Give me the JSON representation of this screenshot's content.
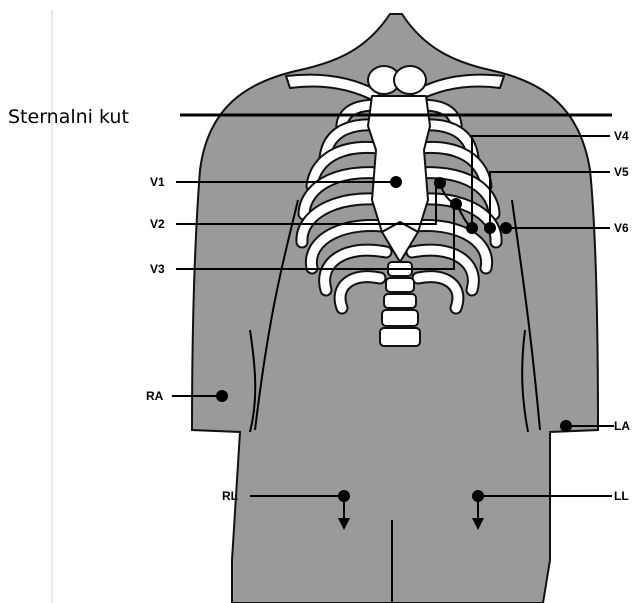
{
  "diagram": {
    "sternal_angle_label": "Sternalni kut",
    "leads": {
      "v1": "V1",
      "v2": "V2",
      "v3": "V3",
      "v4": "V4",
      "v5": "V5",
      "v6": "V6",
      "ra": "RA",
      "la": "LA",
      "rl": "RL",
      "ll": "LL"
    }
  }
}
